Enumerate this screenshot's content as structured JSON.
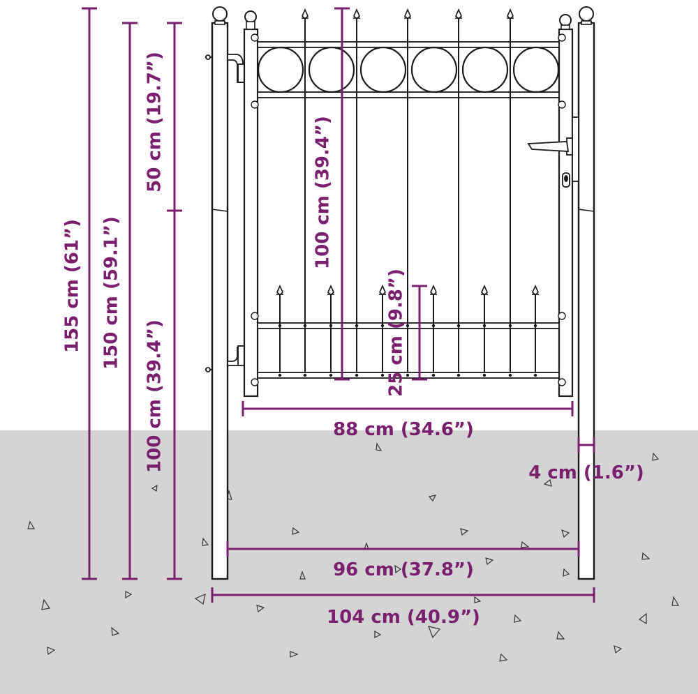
{
  "colors": {
    "dimension": "#7a1f6e",
    "ground": "#d4d4d4",
    "outline": "#1a1a1a",
    "background": "#ffffff"
  },
  "dimensions": {
    "total_height": "155 cm (61”)",
    "post_height": "150 cm (59.1”)",
    "upper_section": "50 cm (19.7”)",
    "lower_section": "100 cm (39.4”)",
    "gate_height": "100 cm (39.4”)",
    "bottom_panel": "25 cm (9.8”)",
    "gate_width": "88 cm (34.6”)",
    "post_width": "4 cm (1.6”)",
    "inner_width": "96 cm (37.8”)",
    "total_width": "104 cm (40.9”)"
  }
}
